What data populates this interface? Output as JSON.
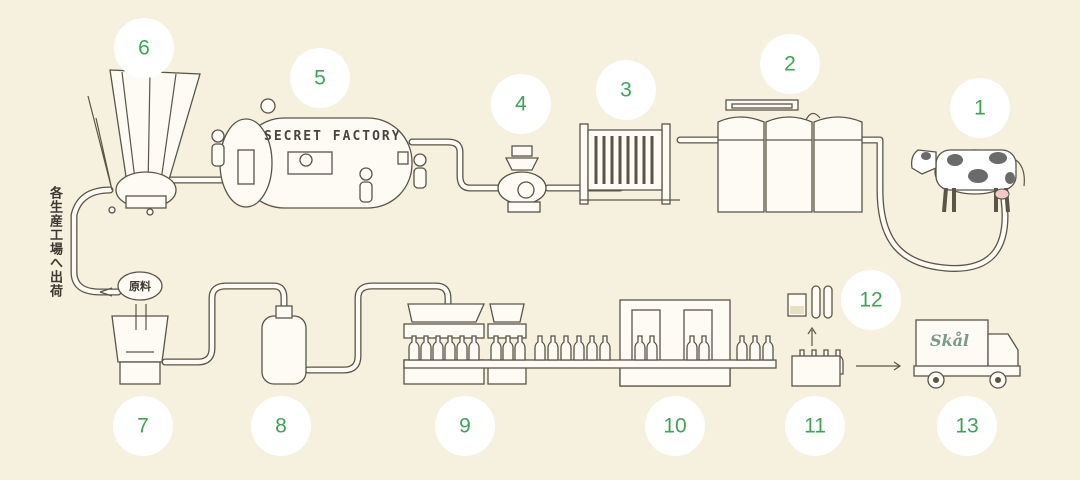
{
  "diagram": {
    "factory_sign": "SECRET FACTORY",
    "raw_material_label": "原料",
    "route_label": "各生産工場へ出荷",
    "truck_logo": "Skål"
  },
  "steps": [
    {
      "number": "1",
      "label": "cow"
    },
    {
      "number": "2",
      "label": "tanks"
    },
    {
      "number": "3",
      "label": "heat-exchanger"
    },
    {
      "number": "4",
      "label": "centrifuge"
    },
    {
      "number": "5",
      "label": "secret-factory"
    },
    {
      "number": "6",
      "label": "spray-dryer"
    },
    {
      "number": "7",
      "label": "mixer"
    },
    {
      "number": "8",
      "label": "sterilizer"
    },
    {
      "number": "9",
      "label": "filler"
    },
    {
      "number": "10",
      "label": "inspection"
    },
    {
      "number": "11",
      "label": "crate"
    },
    {
      "number": "12",
      "label": "lab-test"
    },
    {
      "number": "13",
      "label": "delivery-truck"
    }
  ],
  "colors": {
    "background": "#f6f1de",
    "badge_fill": "#ffffff",
    "badge_text": "#3aa655",
    "line": "#5a5548"
  }
}
